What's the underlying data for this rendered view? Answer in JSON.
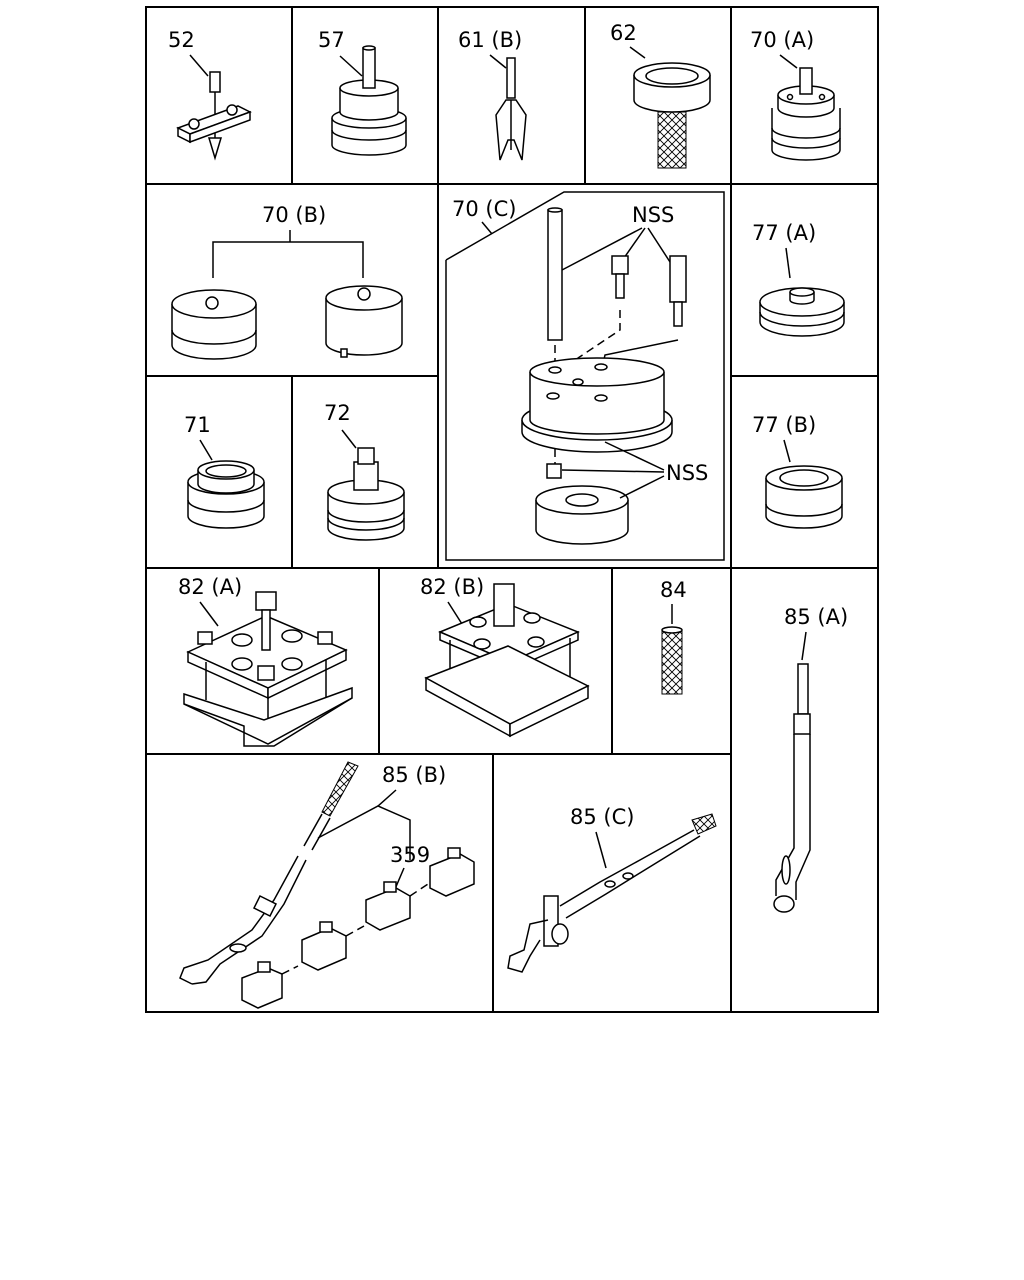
{
  "labels": {
    "p52": "52",
    "p57": "57",
    "p61b": "61 (B)",
    "p62": "62",
    "p70a": "70 (A)",
    "p70b": "70 (B)",
    "p70c": "70 (C)",
    "nss1": "NSS",
    "nss2": "NSS",
    "p77a": "77 (A)",
    "p71": "71",
    "p72": "72",
    "p77b": "77 (B)",
    "p82a": "82 (A)",
    "p82b": "82 (B)",
    "p84": "84",
    "p85a": "85 (A)",
    "p85b": "85 (B)",
    "p359": "359",
    "p85c": "85 (C)"
  }
}
